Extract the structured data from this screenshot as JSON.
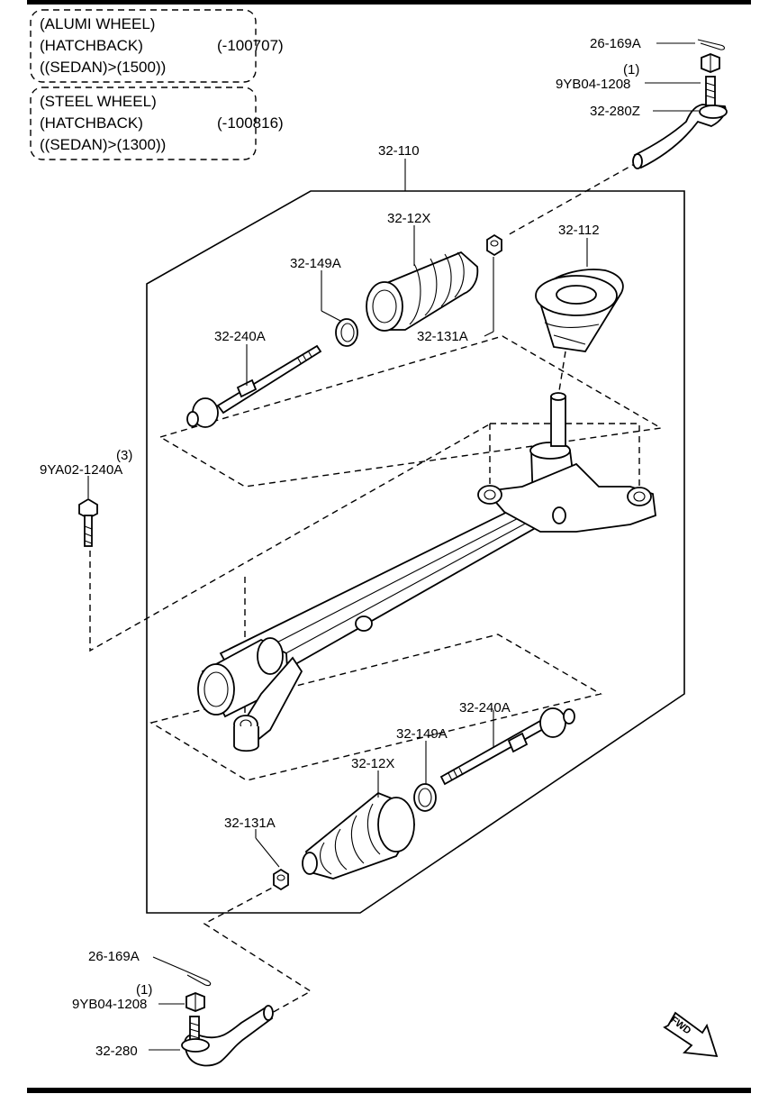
{
  "conditions": [
    {
      "lines": [
        "(ALUMI WHEEL)",
        "(HATCHBACK)",
        "((SEDAN)>(1500))"
      ],
      "serial": "(-100707)"
    },
    {
      "lines": [
        "(STEEL WHEEL)",
        "(HATCHBACK)",
        "((SEDAN)>(1300))"
      ],
      "serial": "(-100816)"
    }
  ],
  "labels": {
    "gear_assembly": "32-110",
    "boot_upper": "32-12X",
    "mount_rubber": "32-112",
    "washer_upper": "32-149A",
    "tie_rod_upper": "32-240A",
    "clamp_upper": "32-131A",
    "cotter_pin_upper": "26-169A",
    "nut_upper_qty": "(1)",
    "nut_upper": "9YB04-1208",
    "tie_rod_end_right": "32-280Z",
    "bolt_qty": "(3)",
    "bolt": "9YA02-1240A",
    "tie_rod_lower": "32-240A",
    "washer_lower": "32-149A",
    "boot_lower": "32-12X",
    "clamp_lower": "32-131A",
    "cotter_pin_lower": "26-169A",
    "nut_lower_qty": "(1)",
    "nut_lower": "9YB04-1208",
    "tie_rod_end_left": "32-280",
    "fwd": "FWD"
  }
}
